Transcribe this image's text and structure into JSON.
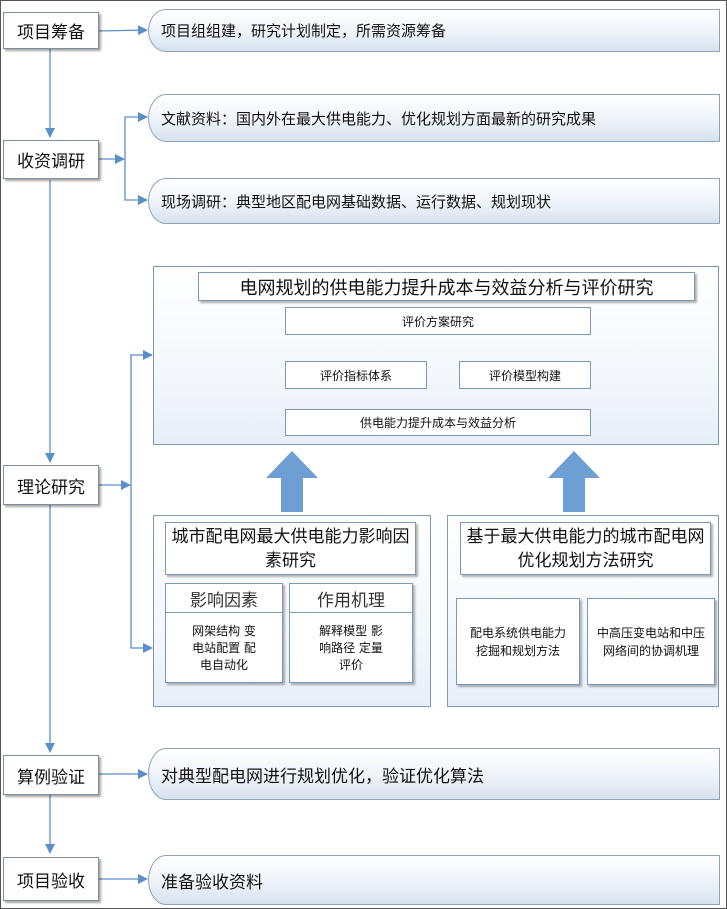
{
  "stages": {
    "s1": "项目筹备",
    "s2": "收资调研",
    "s3": "理论研究",
    "s4": "算例验证",
    "s5": "项目验收"
  },
  "descriptions": {
    "d1": "项目组组建，研究计划制定，所需资源筹备",
    "d2a": "文献资料：国内外在最大供电能力、优化规划方面最新的研究成果",
    "d2b": "现场调研：典型地区配电网基础数据、运行数据、规划现状",
    "d4": "对典型配电网进行规划优化，验证优化算法",
    "d5": "准备验收资料"
  },
  "research": {
    "top_title": "电网规划的供电能力提升成本与效益分析与评价研究",
    "eval_plan": "评价方案研究",
    "eval_index": "评价指标体系",
    "eval_model": "评价模型构建",
    "cost_benefit": "供电能力提升成本与效益分析",
    "left_title": "城市配电网最大供电能力影响因素研究",
    "factors_title": "影响因素",
    "factors_items": "网架结构 变电站配置 配电自动化",
    "mechanism_title": "作用机理",
    "mechanism_items": "解释模型 影响路径 定量评价",
    "right_title": "基于最大供电能力的城市配电网优化规划方法研究",
    "right_box1": "配电系统供电能力挖掘和规划方法",
    "right_box2": "中高压变电站和中压网络间的协调机理"
  },
  "colors": {
    "connector": "#5b8fc8",
    "big_arrow": "#6d9fd4",
    "border": "#7a9ab8"
  }
}
